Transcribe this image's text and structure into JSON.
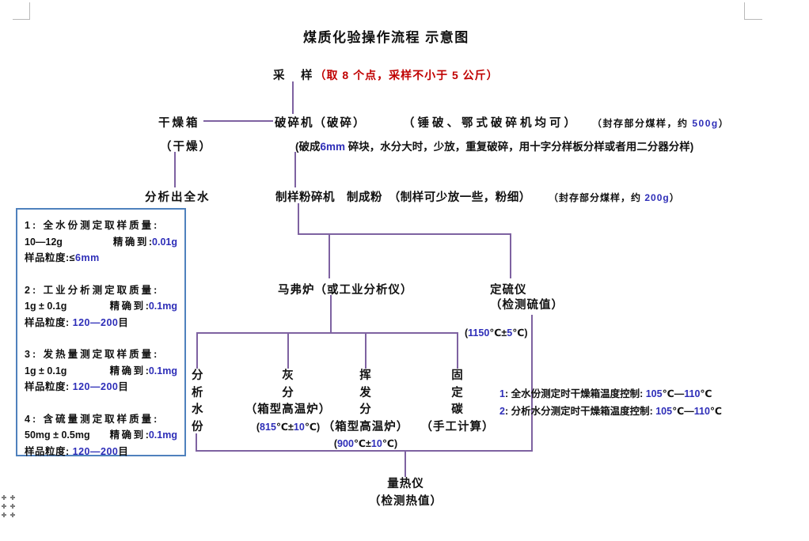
{
  "colors": {
    "connector_purple": "#7e62a1",
    "box_border_blue": "#4f81bd",
    "red_text": "#c00000",
    "number_blue": "#2e2eb8"
  },
  "page": {
    "title": "煤质化验操作流程 示意图"
  },
  "flow": {
    "sampling": {
      "label": "采　样",
      "note_red": "（取 8 个点，采样不小于 5 公斤）"
    },
    "dryer": {
      "label": "干燥箱",
      "sub": "（干燥）",
      "result": "分析出全水"
    },
    "crusher": {
      "label": "破碎机（破碎）",
      "types": "（锤破、鄂式破碎机均可）",
      "seal": "（封存部分煤样，约 500g）",
      "note": "(破成6mm 碎块，水分大时，少放，重复破碎，用十字分样板分样或者用二分器分样)"
    },
    "mill": {
      "label": "制样粉碎机　制成粉　（制样可少放一些，粉细）",
      "seal": "（封存部分煤样，约 200g）"
    },
    "muffle": {
      "label": "马弗炉（或工业分析仪）"
    },
    "sulfur": {
      "label": "定硫仪",
      "sub": "（检测硫值）",
      "temp": "(1150℃±5℃)"
    },
    "branches": {
      "moisture": {
        "lines": [
          "分",
          "析",
          "水",
          "份"
        ]
      },
      "ash": {
        "lines": [
          "灰",
          "分",
          "（箱型高温炉）",
          "(815℃±10℃)"
        ]
      },
      "volatile": {
        "lines": [
          "挥",
          "发",
          "分",
          "（箱型高温炉）",
          "(900℃±10℃)"
        ]
      },
      "fixed_carbon": {
        "lines": [
          "固",
          "定",
          "碳",
          "（手工计算）"
        ]
      }
    },
    "notes": [
      "1: 全水份测定时干燥箱温度控制: 105℃—110℃",
      "2: 分析水分测定时干燥箱温度控制: 105℃—110℃"
    ],
    "calorimeter": {
      "label": "量热仪",
      "sub": "（检测热值）"
    }
  },
  "spec_box": {
    "items": [
      {
        "header": "1: 全水份测定取样质量:",
        "mass": "10—12g",
        "precision_label": "精确到",
        "precision_value": ":0.01g",
        "particle": "样品粒度:≤6mm"
      },
      {
        "header": "2: 工业分析测定取质量:",
        "mass": "1g ± 0.1g",
        "precision_label": "精确到",
        "precision_value": ":0.1mg",
        "particle": "样品粒度: 120—200目"
      },
      {
        "header": "3: 发热量测定取样质量:",
        "mass": "1g ± 0.1g",
        "precision_label": "精确到",
        "precision_value": ":0.1mg",
        "particle": "样品粒度: 120—200目"
      },
      {
        "header": "4: 含硫量测定取样质量:",
        "mass": "50mg ± 0.5mg",
        "precision_label": "精确到",
        "precision_value": ":0.1mg",
        "particle": "样品粒度: 120—200目"
      }
    ]
  }
}
